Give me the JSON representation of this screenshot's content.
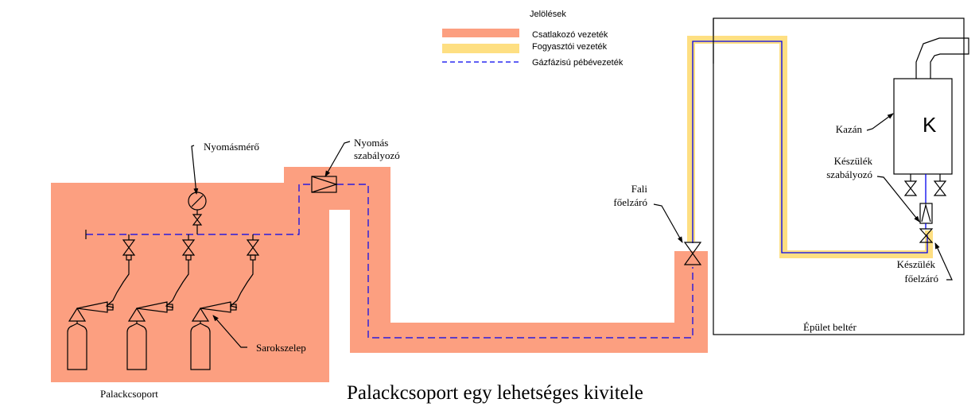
{
  "colors": {
    "connecting_pipe": "#fc9f80",
    "consumer_pipe": "#fedf82",
    "gas_line": "#0000ee",
    "outline": "#000000",
    "background": "#ffffff"
  },
  "legend": {
    "title": "Jelölések",
    "items": [
      {
        "label": "Csatlakozó vezeték",
        "type": "connecting-pipe"
      },
      {
        "label": "Fogyasztói vezeték",
        "type": "consumer-pipe"
      },
      {
        "label": "Gázfázisú pébévezeték",
        "type": "gas-phase-line"
      }
    ]
  },
  "labels": {
    "pressure_gauge": "Nyomásmérő",
    "pressure_regulator_line1": "Nyomás",
    "pressure_regulator_line2": "szabályozó",
    "corner_valve": "Sarokszelep",
    "cylinder_group": "Palackcsoport",
    "wall_shutoff_line1": "Fali",
    "wall_shutoff_line2": "főelzáró",
    "boiler": "Kazán",
    "boiler_letter": "K",
    "device_regulator_line1": "Készülék",
    "device_regulator_line2": "szabályozó",
    "device_shutoff_line1": "Készülék",
    "device_shutoff_line2": "főelzáró",
    "building_interior": "Épület beltér"
  },
  "title": "Palackcsoport egy lehetséges kivitele"
}
